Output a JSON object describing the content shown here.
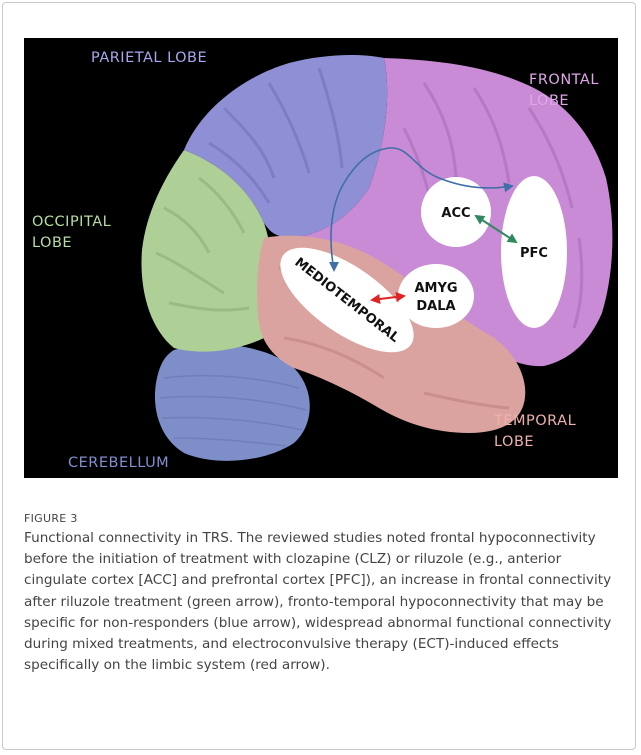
{
  "figure": {
    "lobes": {
      "parietal": "PARIETAL LOBE",
      "frontal_line1": "FRONTAL",
      "frontal_line2": "LOBE",
      "occipital_line1": "OCCIPITAL",
      "occipital_line2": "LOBE",
      "temporal_line1": "TEMPORAL",
      "temporal_line2": "LOBE",
      "cerebellum": "CEREBELLUM"
    },
    "regions": {
      "acc": "ACC",
      "pfc": "PFC",
      "amygdala_line1": "AMYG",
      "amygdala_line2": "DALA",
      "mediotemporal": "MEDIOTEMPORAL"
    },
    "colors": {
      "background": "#000000",
      "parietal": "#8f8fd6",
      "frontal": "#c98ad6",
      "occipital": "#aecf95",
      "temporal": "#dba3a0",
      "cerebellum": "#7e8ec8",
      "label_blue": "#a7a7ee",
      "label_pink": "#e0a6e8",
      "label_green": "#b8dca2",
      "label_salmon": "#eeb0aa",
      "label_cerebellum": "#7f8fd0",
      "arrow_blue": "#3f6fa8",
      "arrow_green": "#2e8a5e",
      "arrow_red": "#e02424"
    }
  },
  "caption": {
    "tag": "FIGURE 3",
    "text": "Functional connectivity in TRS. The reviewed studies noted frontal hypoconnectivity before the initiation of treatment with clozapine (CLZ) or riluzole (e.g., anterior cingulate cortex [ACC] and prefrontal cortex [PFC]), an increase in frontal connectivity after riluzole treatment (green arrow), fronto-temporal hypoconnectivity that may be specific for non-responders (blue arrow), widespread abnormal functional connectivity during mixed treatments, and electroconvulsive therapy (ECT)-induced effects specifically on the limbic system (red arrow)."
  }
}
